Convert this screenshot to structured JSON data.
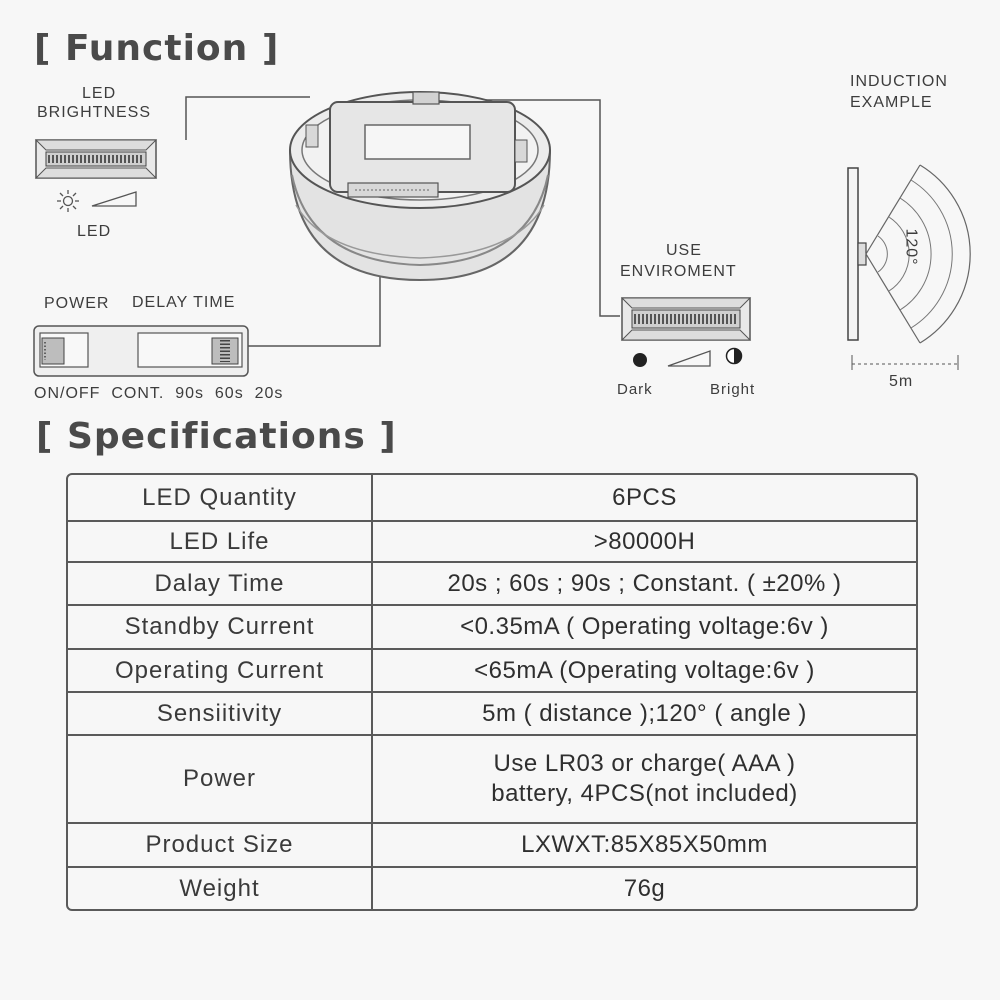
{
  "function_section": {
    "heading": "[ Function ]",
    "led_brightness_label_line1": "LED",
    "led_brightness_label_line2": "BRIGHTNESS",
    "led_label": "LED",
    "power_label": "POWER",
    "delay_time_label": "DELAY TIME",
    "switch_labels": "ON/OFF  CONT.  90s  60s  20s",
    "use_environment_line1": "USE",
    "use_environment_line2": "ENVIROMENT",
    "dark_label": "Dark",
    "bright_label": "Bright",
    "induction_line1": "INDUCTION",
    "induction_line2": "EXAMPLE",
    "angle_label": "120°",
    "distance_label": "5m"
  },
  "specifications": {
    "heading": "[ Specifications ]",
    "rows": [
      {
        "key": "LED Quantity",
        "value": "6PCS"
      },
      {
        "key": "LED Life",
        "value": ">80000H"
      },
      {
        "key": "Dalay Time",
        "value": "20s ; 60s ; 90s ; Constant. ( ±20% )"
      },
      {
        "key": "Standby Current",
        "value": "<0.35mA ( Operating voltage:6v )"
      },
      {
        "key": "Operating Current",
        "value": "<65mA (Operating voltage:6v )"
      },
      {
        "key": "Sensiitivity",
        "value": "5m ( distance );120°  ( angle )"
      },
      {
        "key": "Power",
        "value_line1": "Use LR03 or charge( AAA )",
        "value_line2": "battery, 4PCS(not included)"
      },
      {
        "key": "Product Size",
        "value": "LXWXT:85X85X50mm"
      },
      {
        "key": "Weight",
        "value": "76g"
      }
    ]
  },
  "colors": {
    "background": "#f7f7f7",
    "line": "#5a5a5a",
    "text": "#3a3a3a"
  },
  "icons": [
    "sun-icon",
    "ramp-icon",
    "dark-circle-icon",
    "half-circle-icon",
    "sensor-cone-icon"
  ]
}
